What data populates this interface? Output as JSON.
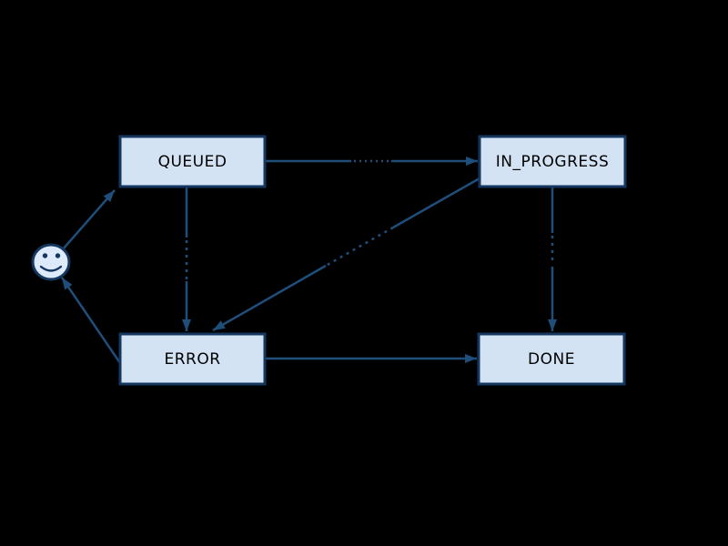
{
  "diagram": {
    "type": "state-machine",
    "note": "Edge labels are rendered in black on the black background and are illegible; they appear only as dotted interruptions of the arrow lines.",
    "colors": {
      "background": "#000000",
      "node_fill": "#d3e3f4",
      "smiley_fill": "#dceafb",
      "node_border": "#15375f",
      "edge": "#1e4e79",
      "text": "#000000"
    },
    "nodes": [
      {
        "id": "start",
        "shape": "smiley-face",
        "label": ""
      },
      {
        "id": "queued",
        "shape": "box",
        "label": "QUEUED"
      },
      {
        "id": "in_progress",
        "shape": "box",
        "label": "IN_PROGRESS"
      },
      {
        "id": "error",
        "shape": "box",
        "label": "ERROR"
      },
      {
        "id": "done",
        "shape": "box",
        "label": "DONE"
      }
    ],
    "edges": [
      {
        "from": "start",
        "to": "queued",
        "has_illegible_label": false
      },
      {
        "from": "queued",
        "to": "in_progress",
        "has_illegible_label": true
      },
      {
        "from": "queued",
        "to": "error",
        "has_illegible_label": true
      },
      {
        "from": "in_progress",
        "to": "error",
        "has_illegible_label": true
      },
      {
        "from": "in_progress",
        "to": "done",
        "has_illegible_label": true
      },
      {
        "from": "error",
        "to": "done",
        "has_illegible_label": false
      },
      {
        "from": "error",
        "to": "start",
        "has_illegible_label": false
      }
    ]
  }
}
